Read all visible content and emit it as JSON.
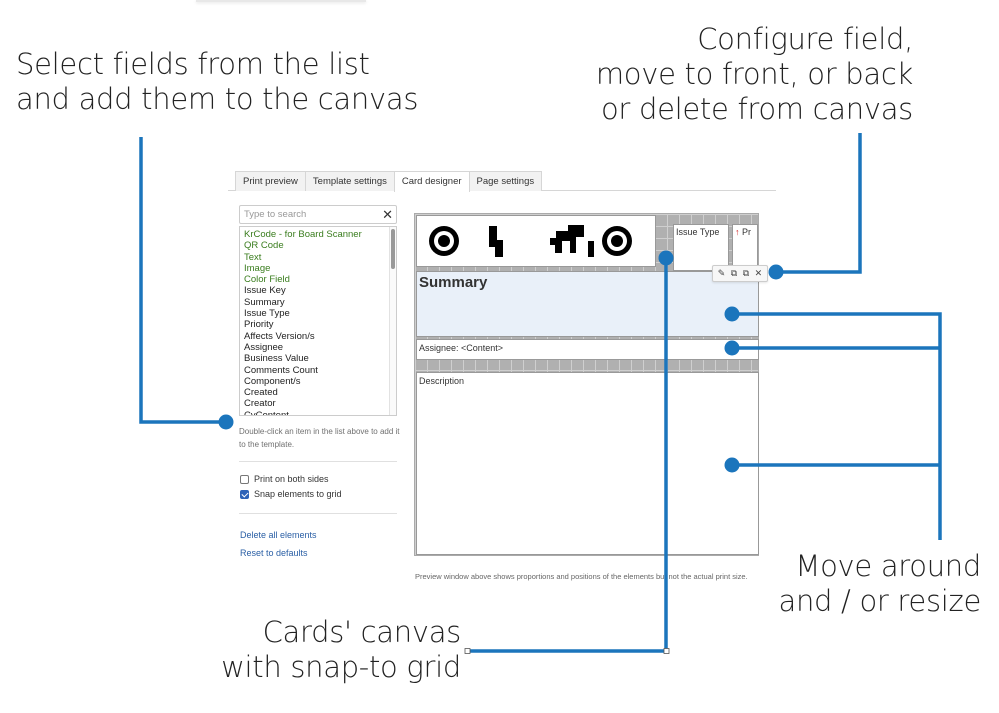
{
  "callouts": {
    "select_fields": [
      "Select fields from the list",
      "and add them to the canvas"
    ],
    "configure_field": [
      "Configure field,",
      "move to front, or back",
      "or delete from canvas"
    ],
    "move_resize": [
      "Move around",
      "and / or resize"
    ],
    "cards_canvas": [
      "Cards' canvas",
      "with snap-to grid"
    ]
  },
  "tabs": [
    {
      "label": "Print preview",
      "active": false
    },
    {
      "label": "Template settings",
      "active": false
    },
    {
      "label": "Card designer",
      "active": true
    },
    {
      "label": "Page settings",
      "active": false
    }
  ],
  "search": {
    "placeholder": "Type to search",
    "value": "",
    "clear_icon": "close-icon"
  },
  "field_list": {
    "special_items": [
      "KrCode - for Board Scanner",
      "QR Code",
      "Text",
      "Image",
      "Color Field"
    ],
    "items": [
      "Issue Key",
      "Summary",
      "Issue Type",
      "Priority",
      "Affects Version/s",
      "Assignee",
      "Business Value",
      "Comments Count",
      "Component/s",
      "Created",
      "Creator",
      "CvContent"
    ]
  },
  "hint_text": "Double-click an item in the list above to add it to the template.",
  "options": {
    "print_both_sides": {
      "label": "Print on both sides",
      "checked": false
    },
    "snap_to_grid": {
      "label": "Snap elements to grid",
      "checked": true
    }
  },
  "links": {
    "delete_all": "Delete all elements",
    "reset": "Reset to defaults"
  },
  "canvas": {
    "elements": {
      "krcode": "KrCode",
      "issue_type": "Issue Type",
      "priority": "Pr",
      "priority_icon": "arrow-up-icon",
      "summary": "Summary",
      "assignee": "Assignee: <Content>",
      "description": "Description"
    },
    "toolbar": {
      "edit": "pencil-icon",
      "bring_front": "bring-to-front-icon",
      "send_back": "send-to-back-icon",
      "delete": "close-icon"
    }
  },
  "preview_note": "Preview window above shows proportions and positions of the elements but not the actual print size.",
  "colors": {
    "annotation_blue": "#1b75bc",
    "special_field_green": "#3a7d1e",
    "link_blue": "#2a5fa5",
    "selected_element_bg": "#e9f0f9"
  }
}
